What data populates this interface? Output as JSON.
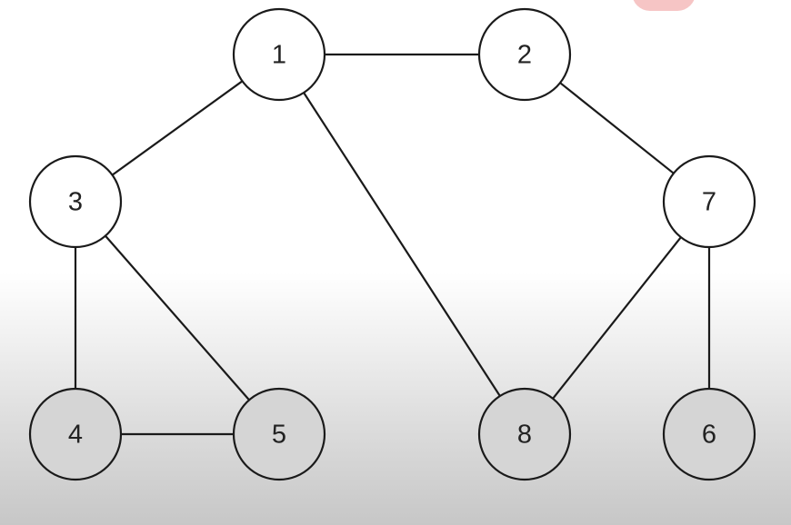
{
  "graph": {
    "nodes": [
      {
        "id": "1",
        "label": "1"
      },
      {
        "id": "2",
        "label": "2"
      },
      {
        "id": "3",
        "label": "3"
      },
      {
        "id": "7",
        "label": "7"
      },
      {
        "id": "4",
        "label": "4"
      },
      {
        "id": "5",
        "label": "5"
      },
      {
        "id": "8",
        "label": "8"
      },
      {
        "id": "6",
        "label": "6"
      }
    ],
    "edges": [
      [
        "1",
        "2"
      ],
      [
        "1",
        "3"
      ],
      [
        "1",
        "8"
      ],
      [
        "2",
        "7"
      ],
      [
        "3",
        "4"
      ],
      [
        "3",
        "5"
      ],
      [
        "4",
        "5"
      ],
      [
        "7",
        "8"
      ],
      [
        "7",
        "6"
      ]
    ]
  }
}
